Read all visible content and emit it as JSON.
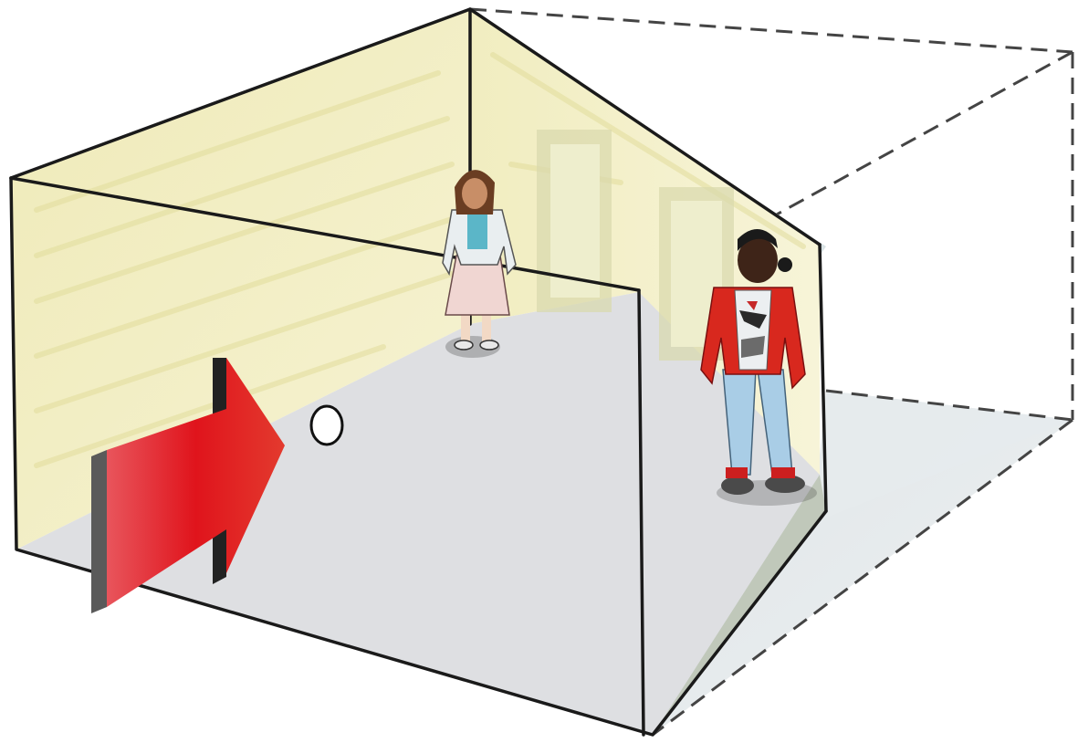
{
  "figure": {
    "background": "#ffffff",
    "colors": {
      "outline": "#1a1a1a",
      "dashed_outline": "#444444",
      "left_wall": "#f1efc4",
      "left_wall_shade": "#e6e3a8",
      "back_wall": "#f4f1cc",
      "floor": "#dddee1",
      "ceiling_blue": "#c7d4d8",
      "ghost_floor": "#e6eaec",
      "arrow_red": "#e0141c",
      "arrow_dark": "#e8555c",
      "arrow_edge": "#3a3a3a",
      "window_frame": "#d8d6a8",
      "person_left_dress": "#f0d6d2",
      "person_left_top": "#5bb6c8",
      "person_right_jacket": "#d8281e",
      "person_right_pants": "#a9cde6"
    },
    "elements": {
      "room": "distorted-room",
      "viewing_arrow": "arrow",
      "peephole": "peephole",
      "person_left": "person",
      "person_right": "person",
      "apparent_room": "apparent-room-outline"
    }
  }
}
